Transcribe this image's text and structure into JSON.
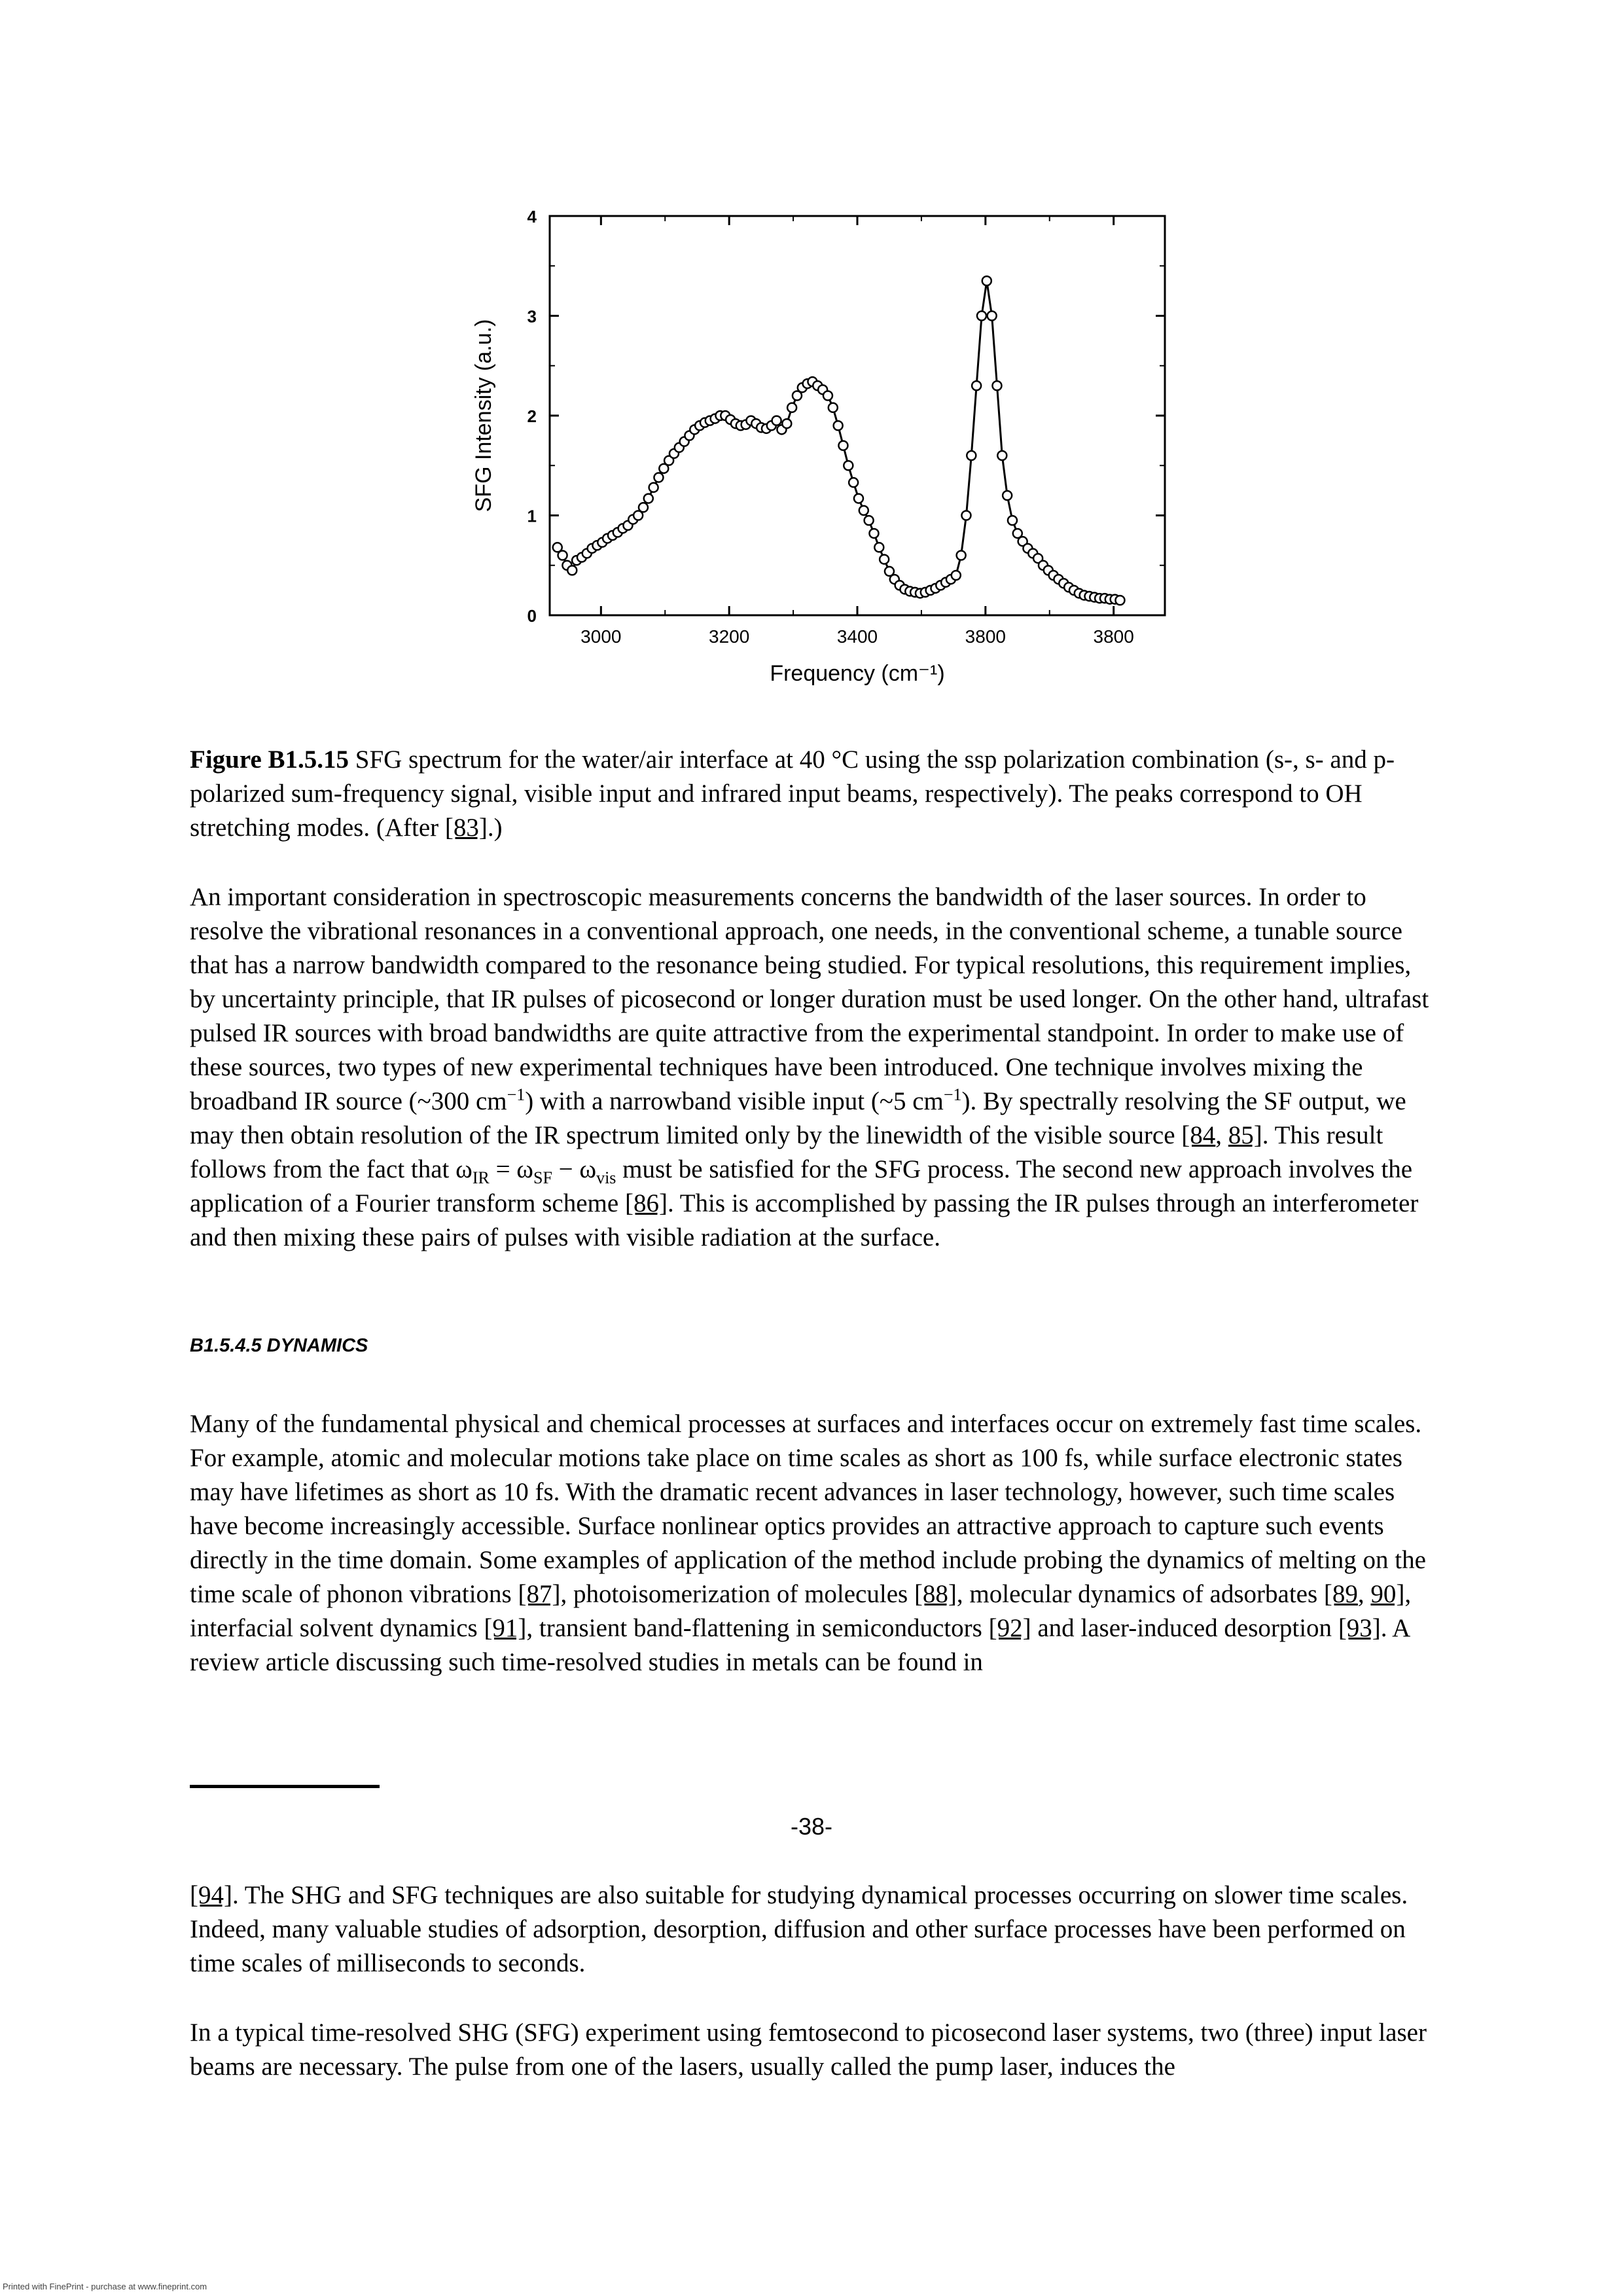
{
  "figure": {
    "chart_data": {
      "type": "scatter",
      "xlabel": "Frequency (cm⁻¹)",
      "ylabel": "SFG Intensity (a.u.)",
      "xlim": [
        2920,
        3880
      ],
      "ylim": [
        0,
        4
      ],
      "xticks": [
        3000,
        3200,
        3400,
        3600,
        3800
      ],
      "xtick_labels": [
        "3000",
        "3200",
        "3400",
        "3800",
        "3800"
      ],
      "yticks": [
        0,
        1,
        2,
        3,
        4
      ],
      "ytick_labels": [
        "0",
        "1",
        "2",
        "3",
        "4"
      ],
      "grid": false,
      "series": [
        {
          "style": "open-circle markers with solid fit line",
          "x": [
            2932,
            2940,
            2947,
            2955,
            2962,
            2970,
            2978,
            2986,
            2994,
            3002,
            3010,
            3018,
            3026,
            3034,
            3042,
            3050,
            3058,
            3066,
            3074,
            3082,
            3090,
            3098,
            3106,
            3114,
            3122,
            3130,
            3138,
            3146,
            3154,
            3162,
            3170,
            3178,
            3186,
            3194,
            3202,
            3210,
            3218,
            3226,
            3234,
            3242,
            3250,
            3258,
            3266,
            3274,
            3282,
            3290,
            3298,
            3306,
            3314,
            3322,
            3330,
            3338,
            3346,
            3354,
            3362,
            3370,
            3378,
            3386,
            3394,
            3402,
            3410,
            3418,
            3426,
            3434,
            3442,
            3450,
            3458,
            3466,
            3474,
            3482,
            3490,
            3498,
            3506,
            3514,
            3522,
            3530,
            3538,
            3546,
            3554,
            3562,
            3570,
            3578,
            3586,
            3594,
            3602,
            3610,
            3618,
            3626,
            3634,
            3642,
            3650,
            3658,
            3666,
            3674,
            3682,
            3690,
            3698,
            3706,
            3714,
            3722,
            3730,
            3738,
            3746,
            3754,
            3762,
            3770,
            3778,
            3786,
            3794,
            3802,
            3810
          ],
          "y": [
            0.68,
            0.6,
            0.5,
            0.45,
            0.55,
            0.58,
            0.62,
            0.67,
            0.7,
            0.73,
            0.77,
            0.8,
            0.83,
            0.87,
            0.9,
            0.96,
            1.0,
            1.08,
            1.17,
            1.28,
            1.38,
            1.47,
            1.55,
            1.62,
            1.68,
            1.74,
            1.8,
            1.86,
            1.9,
            1.93,
            1.95,
            1.97,
            2.0,
            2.0,
            1.96,
            1.92,
            1.9,
            1.91,
            1.95,
            1.92,
            1.88,
            1.87,
            1.9,
            1.95,
            1.86,
            1.92,
            2.08,
            2.2,
            2.28,
            2.32,
            2.34,
            2.3,
            2.26,
            2.2,
            2.08,
            1.9,
            1.7,
            1.5,
            1.33,
            1.17,
            1.05,
            0.95,
            0.82,
            0.68,
            0.56,
            0.44,
            0.36,
            0.3,
            0.26,
            0.24,
            0.23,
            0.22,
            0.23,
            0.25,
            0.27,
            0.3,
            0.33,
            0.36,
            0.4,
            0.6,
            1.0,
            1.6,
            2.3,
            3.0,
            3.35,
            3.0,
            2.3,
            1.6,
            1.2,
            0.95,
            0.82,
            0.74,
            0.67,
            0.62,
            0.57,
            0.5,
            0.45,
            0.4,
            0.36,
            0.32,
            0.28,
            0.25,
            0.22,
            0.2,
            0.19,
            0.18,
            0.17,
            0.17,
            0.16,
            0.16,
            0.15
          ]
        }
      ]
    }
  },
  "caption": {
    "label": "Figure B1.5.15",
    "before_ref": " SFG spectrum for the water/air interface at 40 °C using the ssp polarization combination (s-, s- and p-polarized sum-frequency signal, visible input and infrared input beams, respectively). The peaks correspond to OH stretching modes. (After ",
    "ref": "[83]",
    "after_ref": ".)"
  },
  "para1": {
    "t1": "An important consideration in spectroscopic measurements concerns the bandwidth of the laser sources. In order to resolve the vibrational resonances in a conventional approach, one needs, in the conventional scheme, a tunable source that has a narrow bandwidth compared to the resonance being studied. For typical resolutions, this requirement implies, by uncertainty principle, that IR pulses of picosecond or longer duration must be used longer. On the other hand, ultrafast pulsed IR sources with broad bandwidths are quite attractive from the experimental standpoint. In order to make use of these sources, two types of new experimental techniques have been introduced. One technique involves mixing the broadband IR source (~300 cm",
    "sup1": "−1",
    "t2": ") with a narrowband visible input (~5 cm",
    "sup2": "−1",
    "t3": "). By spectrally resolving the SF output, we may then obtain resolution of the IR spectrum limited only by the linewidth of the visible source ",
    "ref1": "[84",
    "sep1": ", ",
    "ref2": "85]",
    "t4": ". This result follows from the fact that ω",
    "sub1": "IR",
    "t5": " = ω",
    "sub2": "SF",
    "t6": " − ω",
    "sub3": "vis",
    "t7": " must be satisfied for the SFG process. The second new approach involves the application of a Fourier transform scheme ",
    "ref3": "[86]",
    "t8": ". This is accomplished by passing the IR pulses through an interferometer and then mixing these pairs of pulses with visible radiation at the surface."
  },
  "section_heading": "B1.5.4.5 DYNAMICS",
  "para2": {
    "t1": "Many of the fundamental physical and chemical processes at surfaces and interfaces occur on extremely fast time scales. For example, atomic and molecular motions take place on time scales as short as 100 fs, while surface electronic states may have lifetimes as short as 10 fs. With the dramatic recent advances in laser technology, however, such time scales have become increasingly accessible. Surface nonlinear optics provides an attractive approach to capture such events directly in the time domain. Some examples of application of the method include probing the dynamics of melting on the time scale of phonon vibrations ",
    "ref1": "[87]",
    "t2": ", photoisomerization of molecules ",
    "ref2": "[88]",
    "t3": ", molecular dynamics of adsorbates ",
    "ref3": "[89",
    "sep1": ", ",
    "ref4": "90]",
    "t4": ", interfacial solvent dynamics ",
    "ref5": "[91]",
    "t5": ", transient band-flattening in semiconductors ",
    "ref6": "[92]",
    "t6": " and laser-induced desorption ",
    "ref7": "[93]",
    "t7": ". A review article discussing such time-resolved studies in metals can be found in"
  },
  "page_number": "-38-",
  "para3": {
    "ref1": "[94]",
    "t1": ". The SHG and SFG techniques are also suitable for studying dynamical processes occurring on slower time scales. Indeed, many valuable studies of adsorption, desorption, diffusion and other surface processes have been performed on time scales of milliseconds to seconds."
  },
  "para4": {
    "t1": "In a typical time-resolved SHG (SFG) experiment using femtosecond to picosecond laser systems, two (three) input laser beams are necessary. The pulse from one of the lasers, usually called the pump laser, induces the"
  },
  "print_note": "Printed with FinePrint - purchase at www.fineprint.com"
}
